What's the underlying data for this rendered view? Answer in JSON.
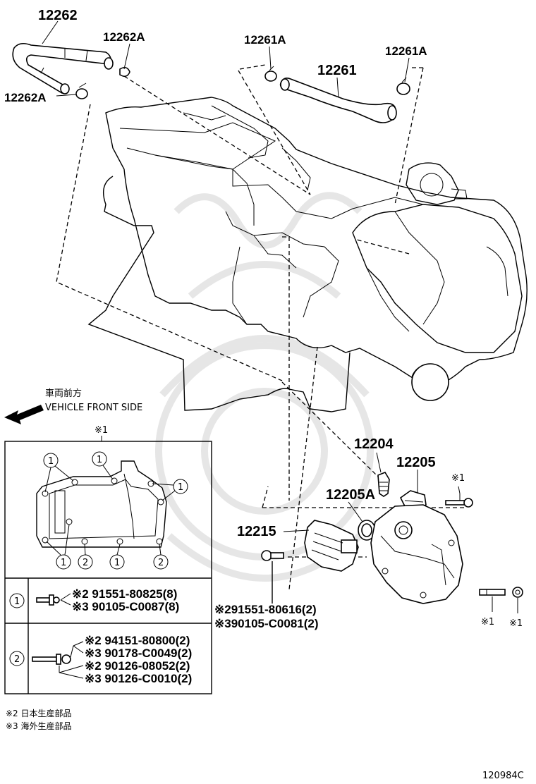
{
  "labels": {
    "p12262": "12262",
    "p12262A_top": "12262A",
    "p12262A_left": "12262A",
    "p12261A_left": "12261A",
    "p12261": "12261",
    "p12261A_right": "12261A",
    "p12204": "12204",
    "p12205": "12205",
    "p12205A": "12205A",
    "p12215": "12215"
  },
  "front": {
    "jp": "車両前方",
    "en": "VEHICLE FRONT SIDE"
  },
  "detail": {
    "title": "※1",
    "callouts": [
      "1",
      "1",
      "1",
      "1",
      "2",
      "1",
      "2"
    ]
  },
  "marks": {
    "m1_top": "※1",
    "m1_bottom_left": "※1",
    "m1_bottom_right": "※1"
  },
  "bolt_note": {
    "line1": "※291551-80616(2)",
    "line2": "※390105-C0081(2)"
  },
  "table": {
    "row1": {
      "key": "1",
      "parts": [
        "※2 91551-80825(8)",
        "※3 90105-C0087(8)"
      ]
    },
    "row2": {
      "key": "2",
      "parts": [
        "※2 94151-80800(2)",
        "※3 90178-C0049(2)",
        "※2 90126-08052(2)",
        "※3 90126-C0010(2)"
      ]
    }
  },
  "notes": [
    "※2 日本生産部品",
    "※3 海外生産部品"
  ],
  "code": "120984C"
}
